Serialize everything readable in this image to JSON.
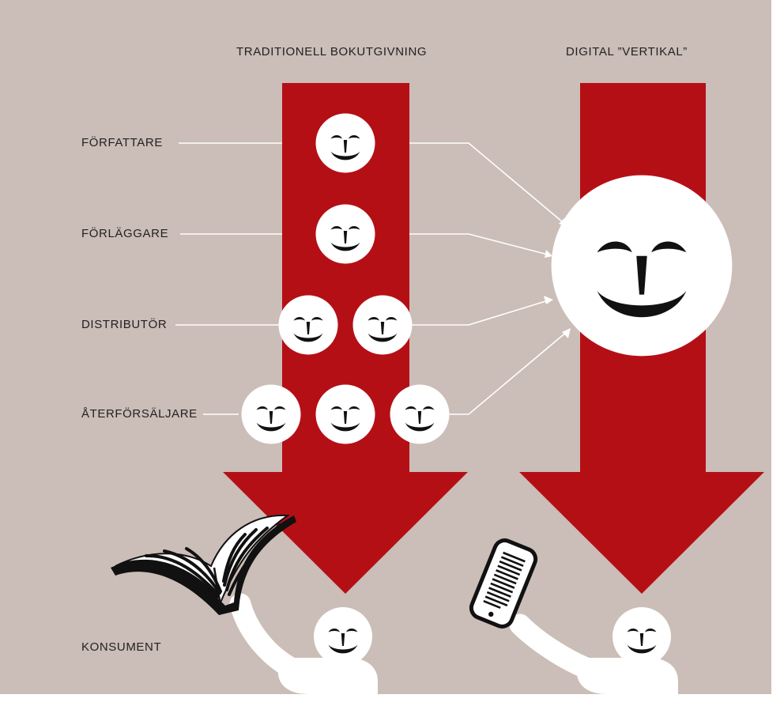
{
  "colors": {
    "background": "#cbbdb7",
    "arrow": "#b50f16",
    "face": "#ffffff",
    "ink": "#111111"
  },
  "headings": {
    "traditional": "TRADITIONELL BOKUTGIVNING",
    "digital": "DIGITAL ”VERTIKAL”"
  },
  "roles": [
    "FÖRFATTARE",
    "FÖRLÄGGARE",
    "DISTRIBUTÖR",
    "ÅTERFÖRSÄLJARE"
  ],
  "consumer": "KONSUMENT",
  "traditional_chain": {
    "FÖRFATTARE": 1,
    "FÖRLÄGGARE": 1,
    "DISTRIBUTÖR": 2,
    "ÅTERFÖRSÄLJARE": 3
  },
  "digital_chain": {
    "actors": 1,
    "merges_roles": 4
  },
  "icons": {
    "face": "smiley-face-icon",
    "book": "open-book-icon",
    "reader": "e-reader-icon"
  }
}
